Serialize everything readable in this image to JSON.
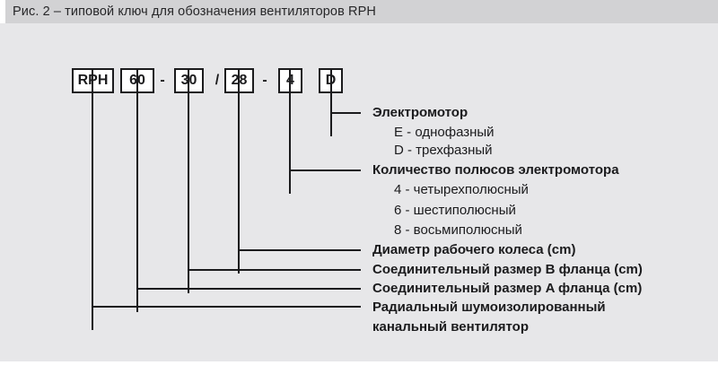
{
  "caption": "Рис. 2 – типовой ключ для обозначения вентиляторов RPH",
  "designation": {
    "boxes": [
      {
        "value": "RPH"
      },
      {
        "value": "60"
      },
      {
        "value": "30"
      },
      {
        "value": "28"
      },
      {
        "value": "4"
      },
      {
        "value": "D"
      }
    ],
    "separators": {
      "s1": "-",
      "s2": "/",
      "s3": "-"
    }
  },
  "legend": {
    "motor": {
      "heading": "Электромотор",
      "options": [
        "E - однофазный",
        "D - трехфазный"
      ]
    },
    "poles": {
      "heading": "Количество полюсов электромотора",
      "options": [
        "4 - четырехполюсный",
        "6 - шестиполюсный",
        "8 - восьмиполюсный"
      ]
    },
    "impeller": {
      "heading": "Диаметр рабочего колеса (cm)"
    },
    "flange_b": {
      "heading": "Соединительный размер B фланца (cm)"
    },
    "flange_a": {
      "heading": "Соединительный размер A фланца (cm)"
    },
    "fan_type": {
      "lines": [
        "Радиальный шумоизолированный",
        "канальный вентилятор"
      ]
    }
  },
  "colors": {
    "caption_band": "#d2d2d4",
    "panel_background": "#e7e7e9",
    "ink": "#1b1b1d",
    "box_background": "#ffffff"
  }
}
